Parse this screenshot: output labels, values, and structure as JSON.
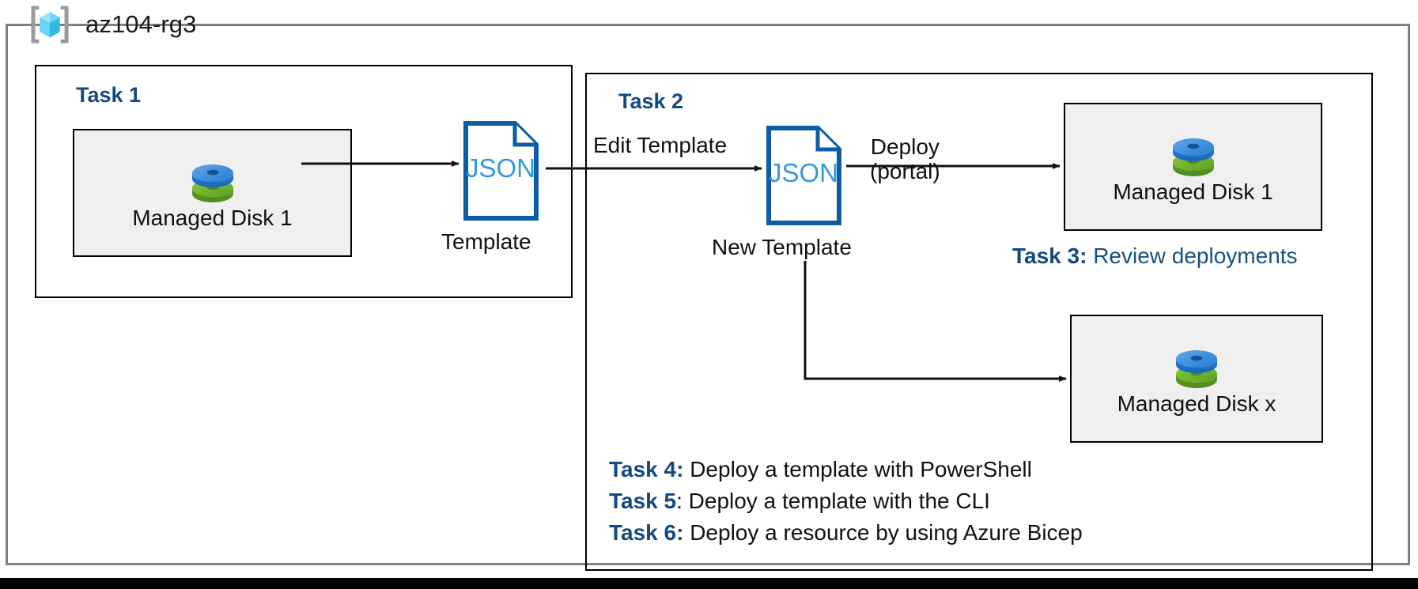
{
  "diagram": {
    "resource_group": {
      "icon": "resource-group-cube-icon",
      "label": "az104-rg3",
      "border_color": "#808080"
    },
    "accent_color": "#124A7E",
    "link_text_color": "#16517e",
    "card_fill": "#efefef",
    "json_icon_color": "#0C5DA5",
    "json_text_color": "#3399DD",
    "tasks": {
      "task1": {
        "heading": "Task 1"
      },
      "task2": {
        "heading": "Task 2"
      }
    },
    "resources": [
      {
        "name": "managed-disk-1-source",
        "label": "Managed Disk 1",
        "icon": "managed-disk-icon"
      },
      {
        "name": "managed-disk-1-deployed",
        "label": "Managed Disk 1",
        "icon": "managed-disk-icon"
      },
      {
        "name": "managed-disk-x",
        "label": "Managed Disk x",
        "icon": "managed-disk-icon"
      }
    ],
    "files": [
      {
        "name": "template-json",
        "badge": "JSON",
        "caption": "Template"
      },
      {
        "name": "new-template-json",
        "badge": "JSON",
        "caption": "New Template"
      }
    ],
    "connectors": [
      {
        "name": "export-arrow",
        "caption": ""
      },
      {
        "name": "edit-template-arrow",
        "caption_line1": "Edit Template",
        "caption_line2": ""
      },
      {
        "name": "deploy-portal-arrow",
        "caption_line1": "Deploy",
        "caption_line2": "(portal)"
      },
      {
        "name": "deploy-cli-arrow",
        "caption_line1": "",
        "caption_line2": ""
      }
    ],
    "notes": [
      {
        "name": "task3",
        "key": "Task 3:",
        "desc": " Review deployments"
      },
      {
        "name": "task4",
        "key": "Task 4:",
        "desc": " Deploy a template with PowerShell"
      },
      {
        "name": "task5",
        "key": "Task 5",
        "desc": ": Deploy a template with the CLI"
      },
      {
        "name": "task6",
        "key": "Task 6:",
        "desc": " Deploy a resource by using Azure Bicep"
      }
    ]
  }
}
